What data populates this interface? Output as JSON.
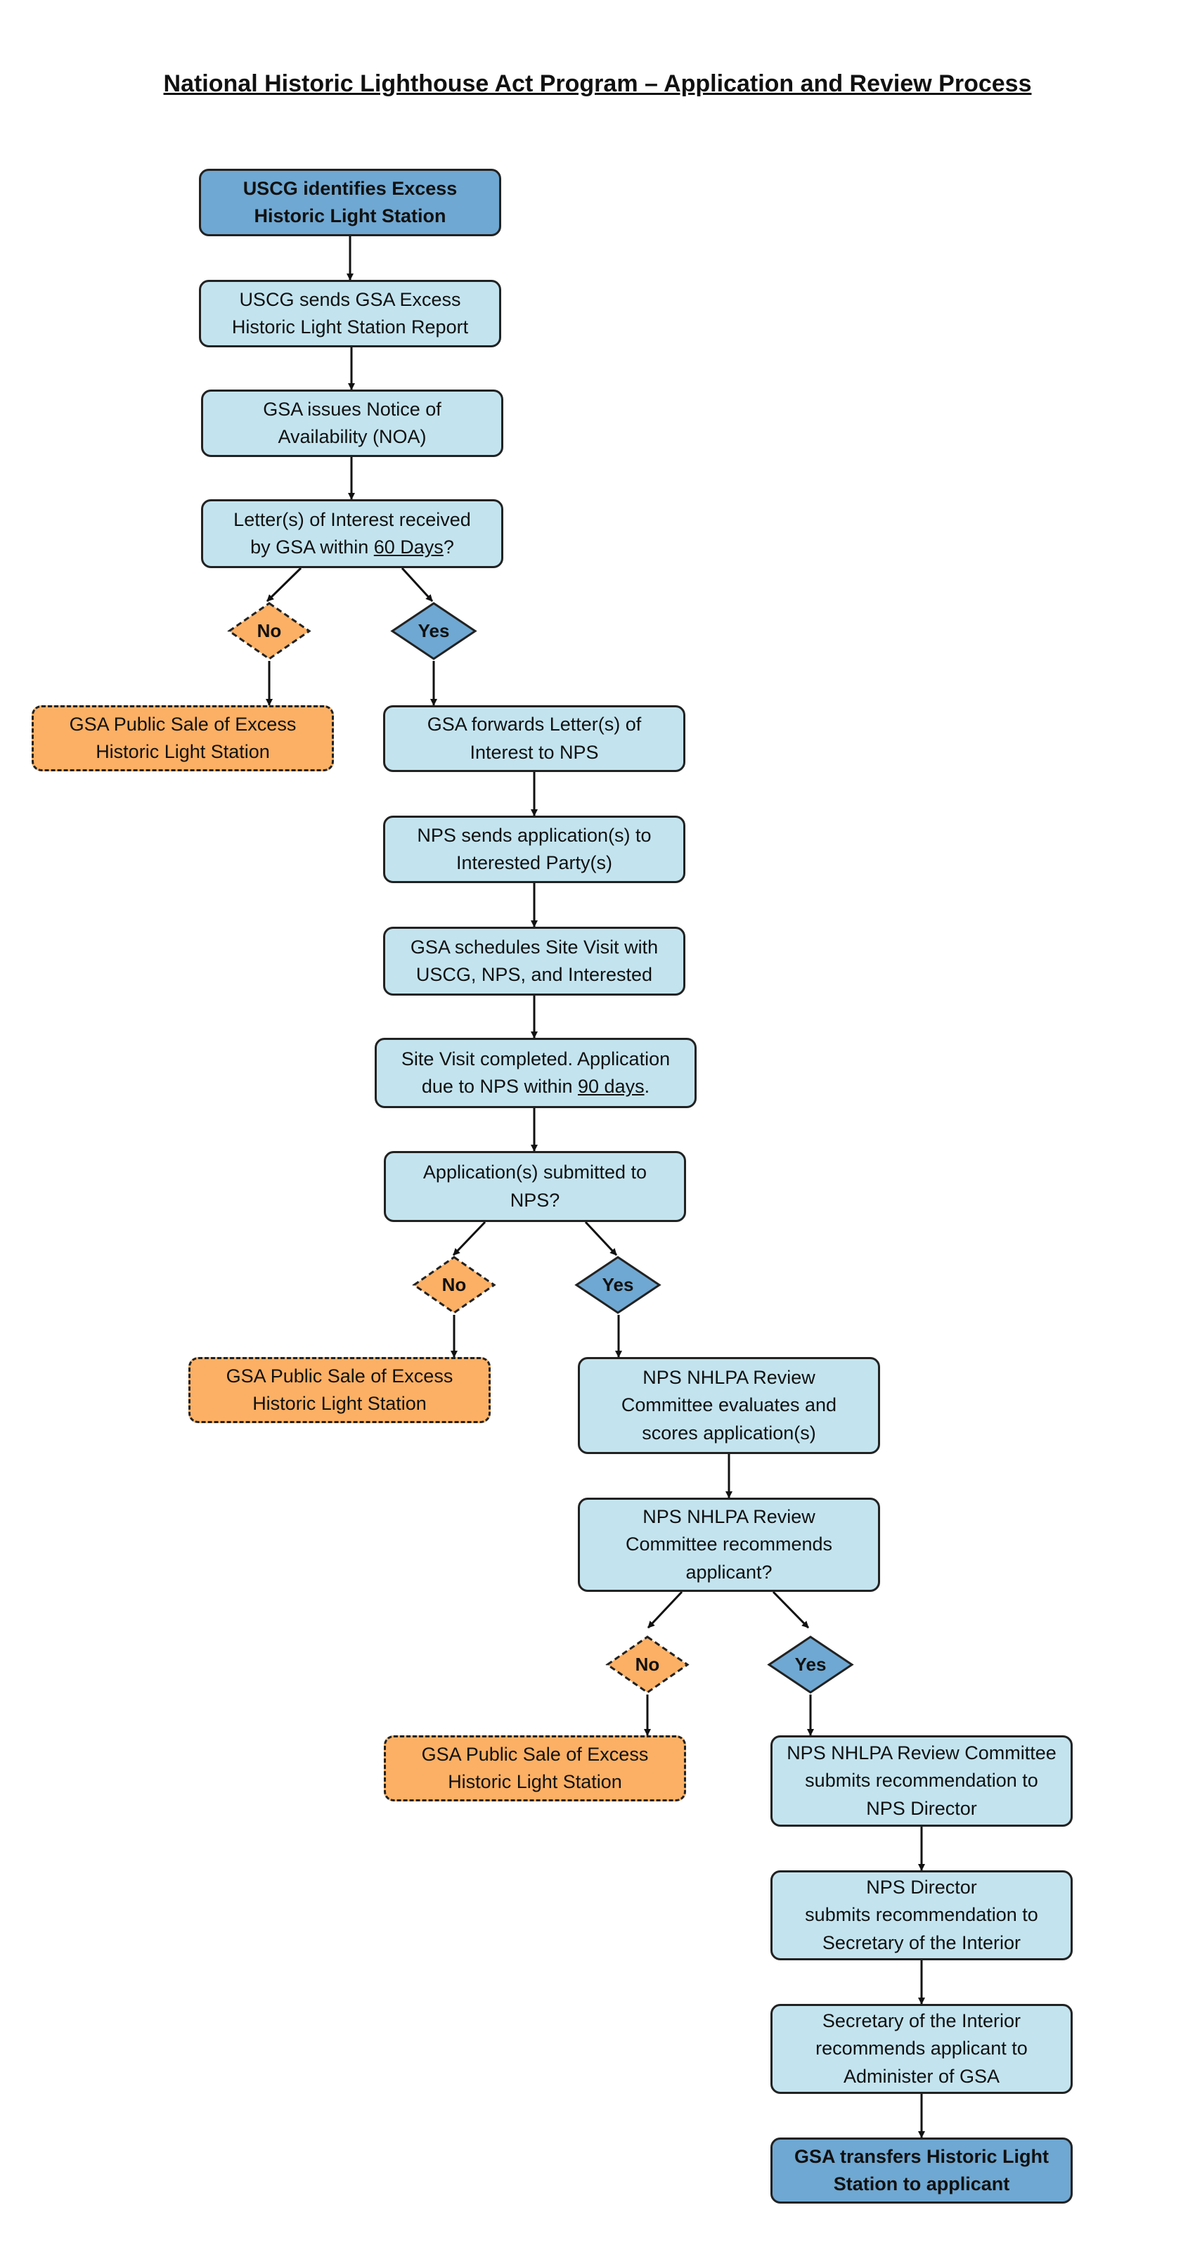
{
  "title": "National Historic Lighthouse Act Program – Application and Review Process",
  "colors": {
    "process": "#c3e4ef",
    "terminal": "#6fa8d2",
    "sale": "#fbb065",
    "border": "#222222"
  },
  "nodes": {
    "n1": [
      "USCG identifies Excess",
      "Historic Light Station"
    ],
    "n2": [
      "USCG sends GSA Excess",
      "Historic Light Station Report"
    ],
    "n3": [
      "GSA issues Notice of",
      "Availability (NOA)"
    ],
    "n4a": "Letter(s) of Interest received",
    "n4b": "by GSA within ",
    "n4u": "60 Days",
    "n4c": "?",
    "sale1": [
      "GSA Public Sale of Excess",
      "Historic Light Station"
    ],
    "n5": [
      "GSA forwards Letter(s) of",
      "Interest to NPS"
    ],
    "n6": [
      "NPS sends application(s) to",
      "Interested Party(s)"
    ],
    "n7": [
      "GSA schedules Site Visit with",
      "USCG, NPS, and Interested"
    ],
    "n8a": "Site Visit completed. Application",
    "n8b": "due to NPS within ",
    "n8u": "90 days",
    "n8c": ".",
    "n9": [
      "Application(s) submitted to",
      "NPS?"
    ],
    "sale2": [
      "GSA Public Sale of Excess",
      "Historic Light Station"
    ],
    "n10": [
      "NPS NHLPA Review",
      "Committee evaluates and",
      "scores application(s)"
    ],
    "n11": [
      "NPS NHLPA Review",
      "Committee recommends",
      "applicant?"
    ],
    "sale3": [
      "GSA Public Sale of Excess",
      "Historic Light Station"
    ],
    "n12": [
      "NPS NHLPA Review Committee",
      "submits recommendation to",
      "NPS Director"
    ],
    "n13": [
      "NPS Director",
      "submits recommendation to",
      "Secretary of the Interior"
    ],
    "n14": [
      "Secretary of the Interior",
      "recommends applicant to",
      "Administer of GSA"
    ],
    "n15": [
      "GSA transfers Historic Light",
      "Station to applicant"
    ]
  },
  "decisions": {
    "no": "No",
    "yes": "Yes"
  }
}
